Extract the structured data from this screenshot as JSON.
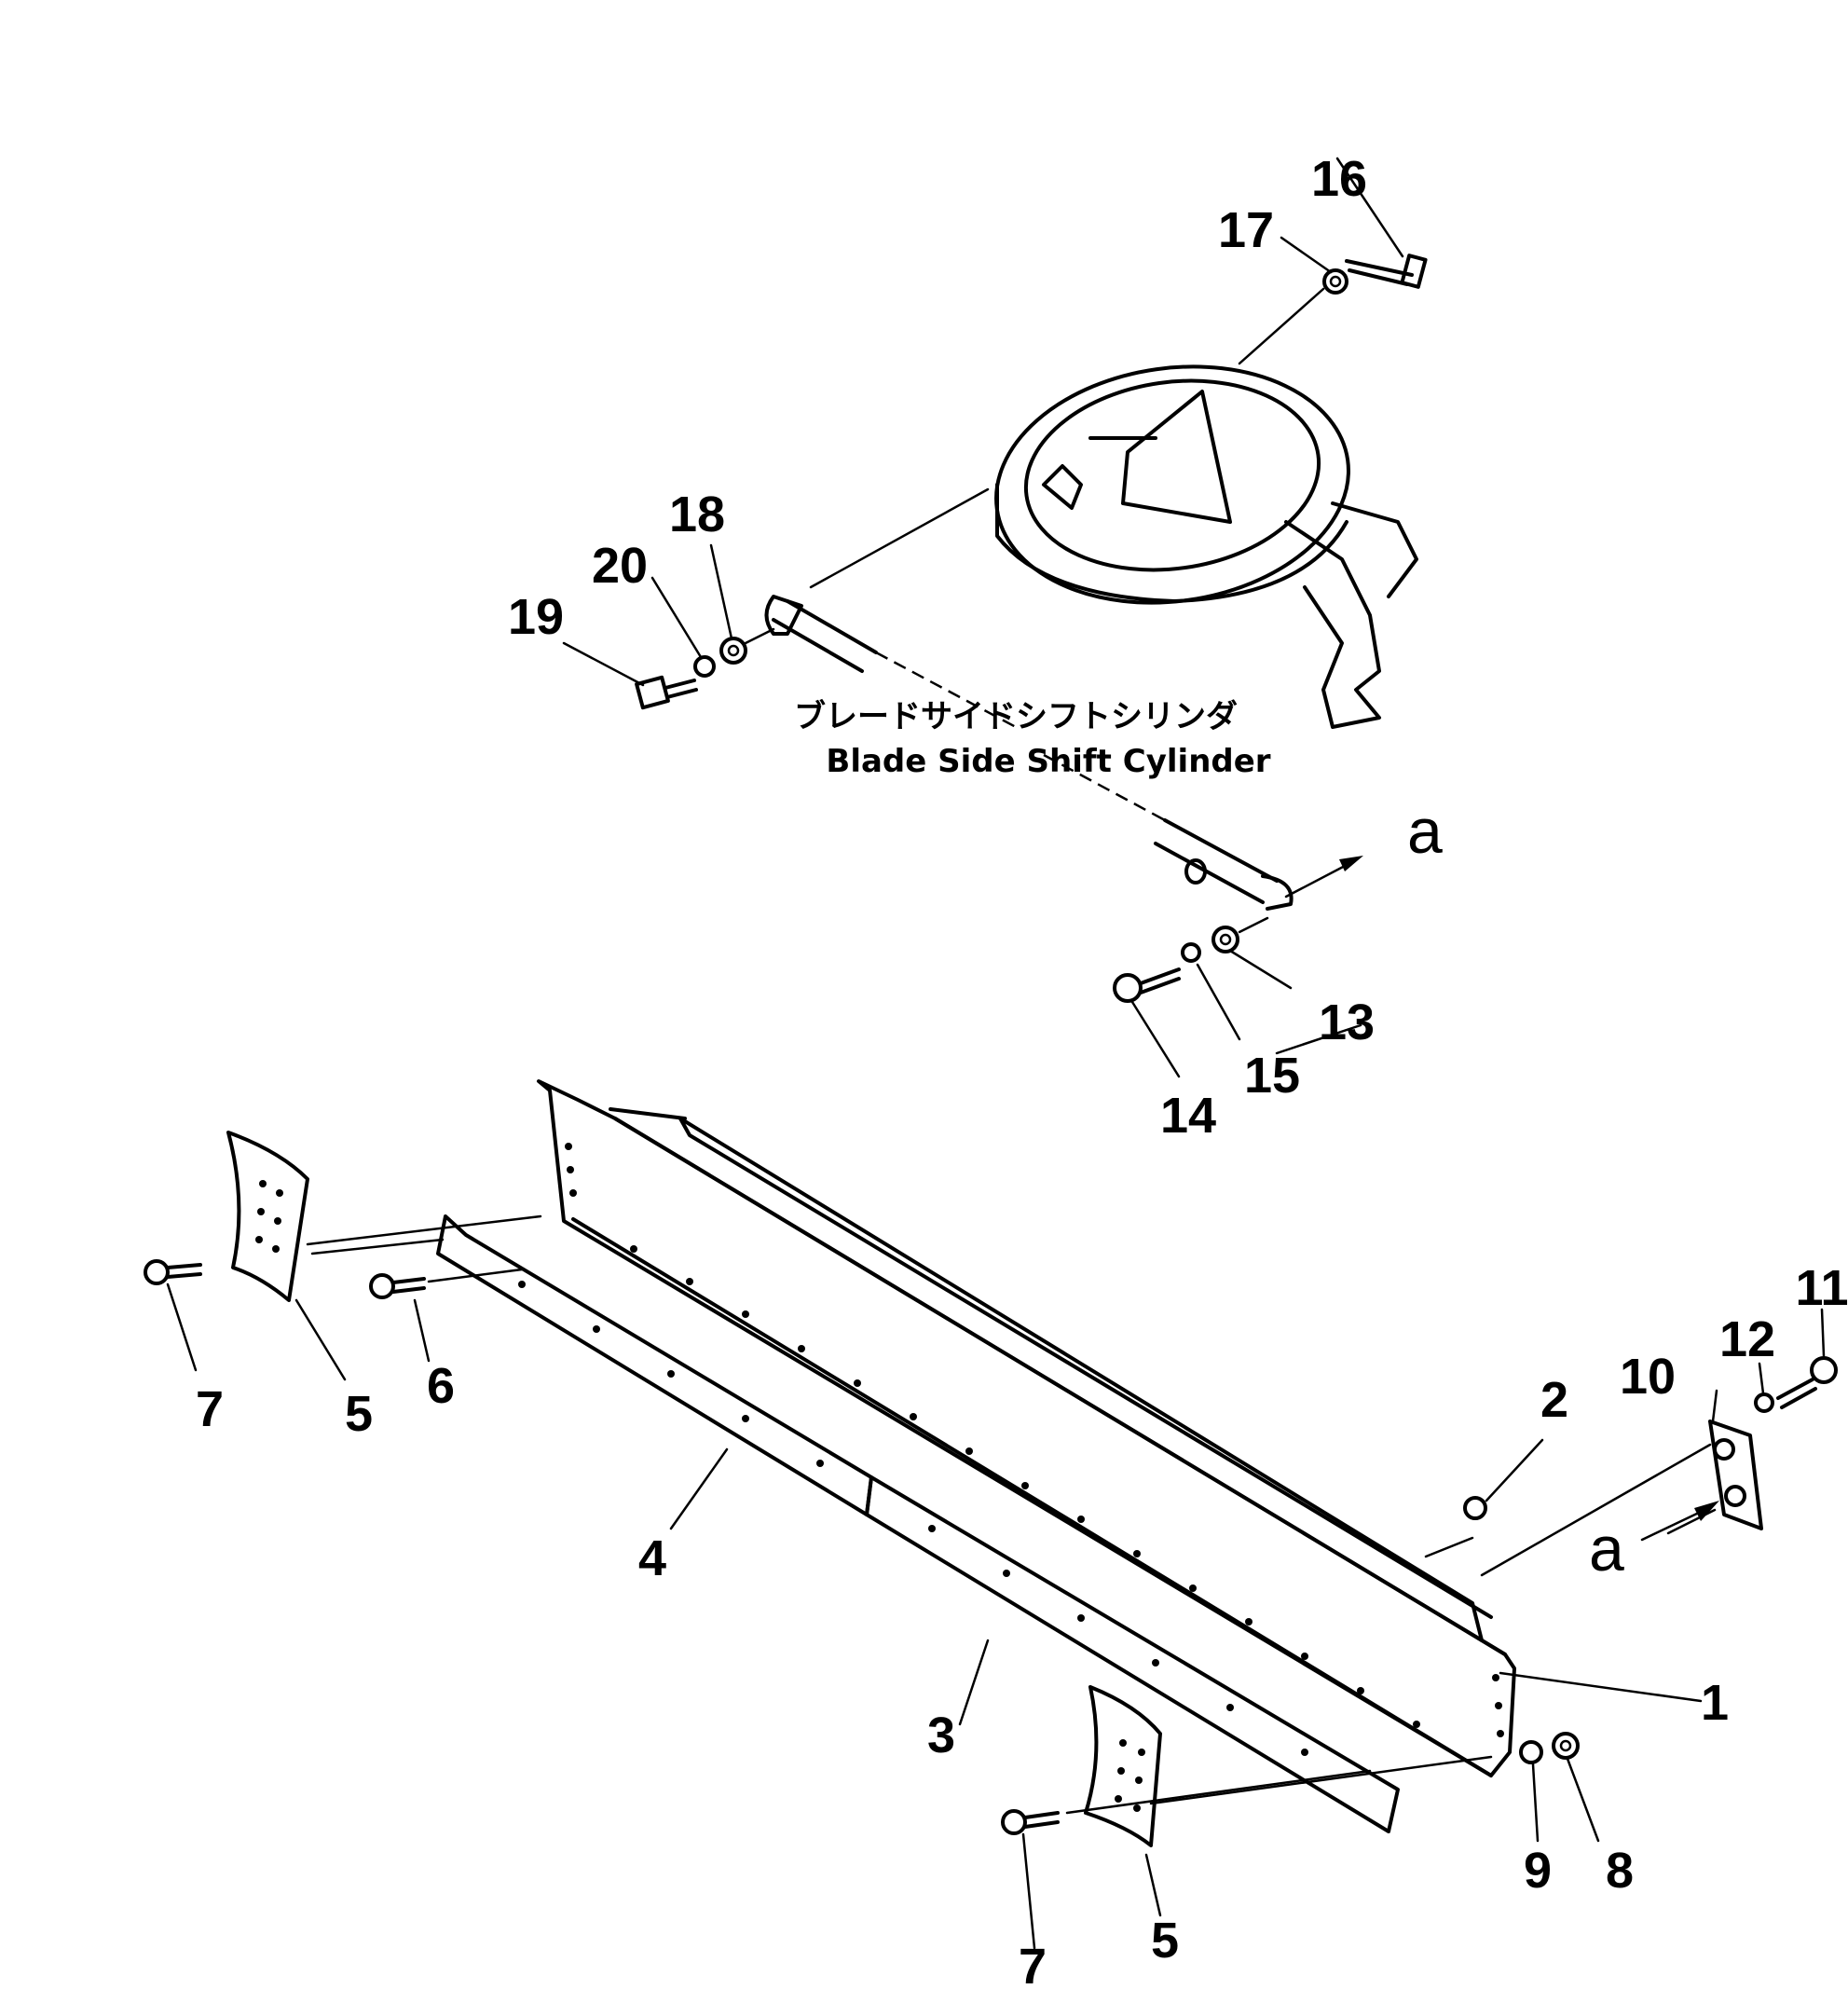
{
  "caption": {
    "japanese": "ブレードサイドシフトシリンダ",
    "english": "Blade Side Shift Cylinder"
  },
  "callouts": {
    "c1": "1",
    "c2": "2",
    "c3": "3",
    "c4": "4",
    "c5a": "5",
    "c5b": "5",
    "c6": "6",
    "c7a": "7",
    "c7b": "7",
    "c8": "8",
    "c9": "9",
    "c10": "10",
    "c11": "11",
    "c12": "12",
    "c13": "13",
    "c14": "14",
    "c15": "15",
    "c16": "16",
    "c17": "17",
    "c18": "18",
    "c19": "19",
    "c20": "20"
  },
  "detail_marks": {
    "a1": "a",
    "a2": "a"
  }
}
